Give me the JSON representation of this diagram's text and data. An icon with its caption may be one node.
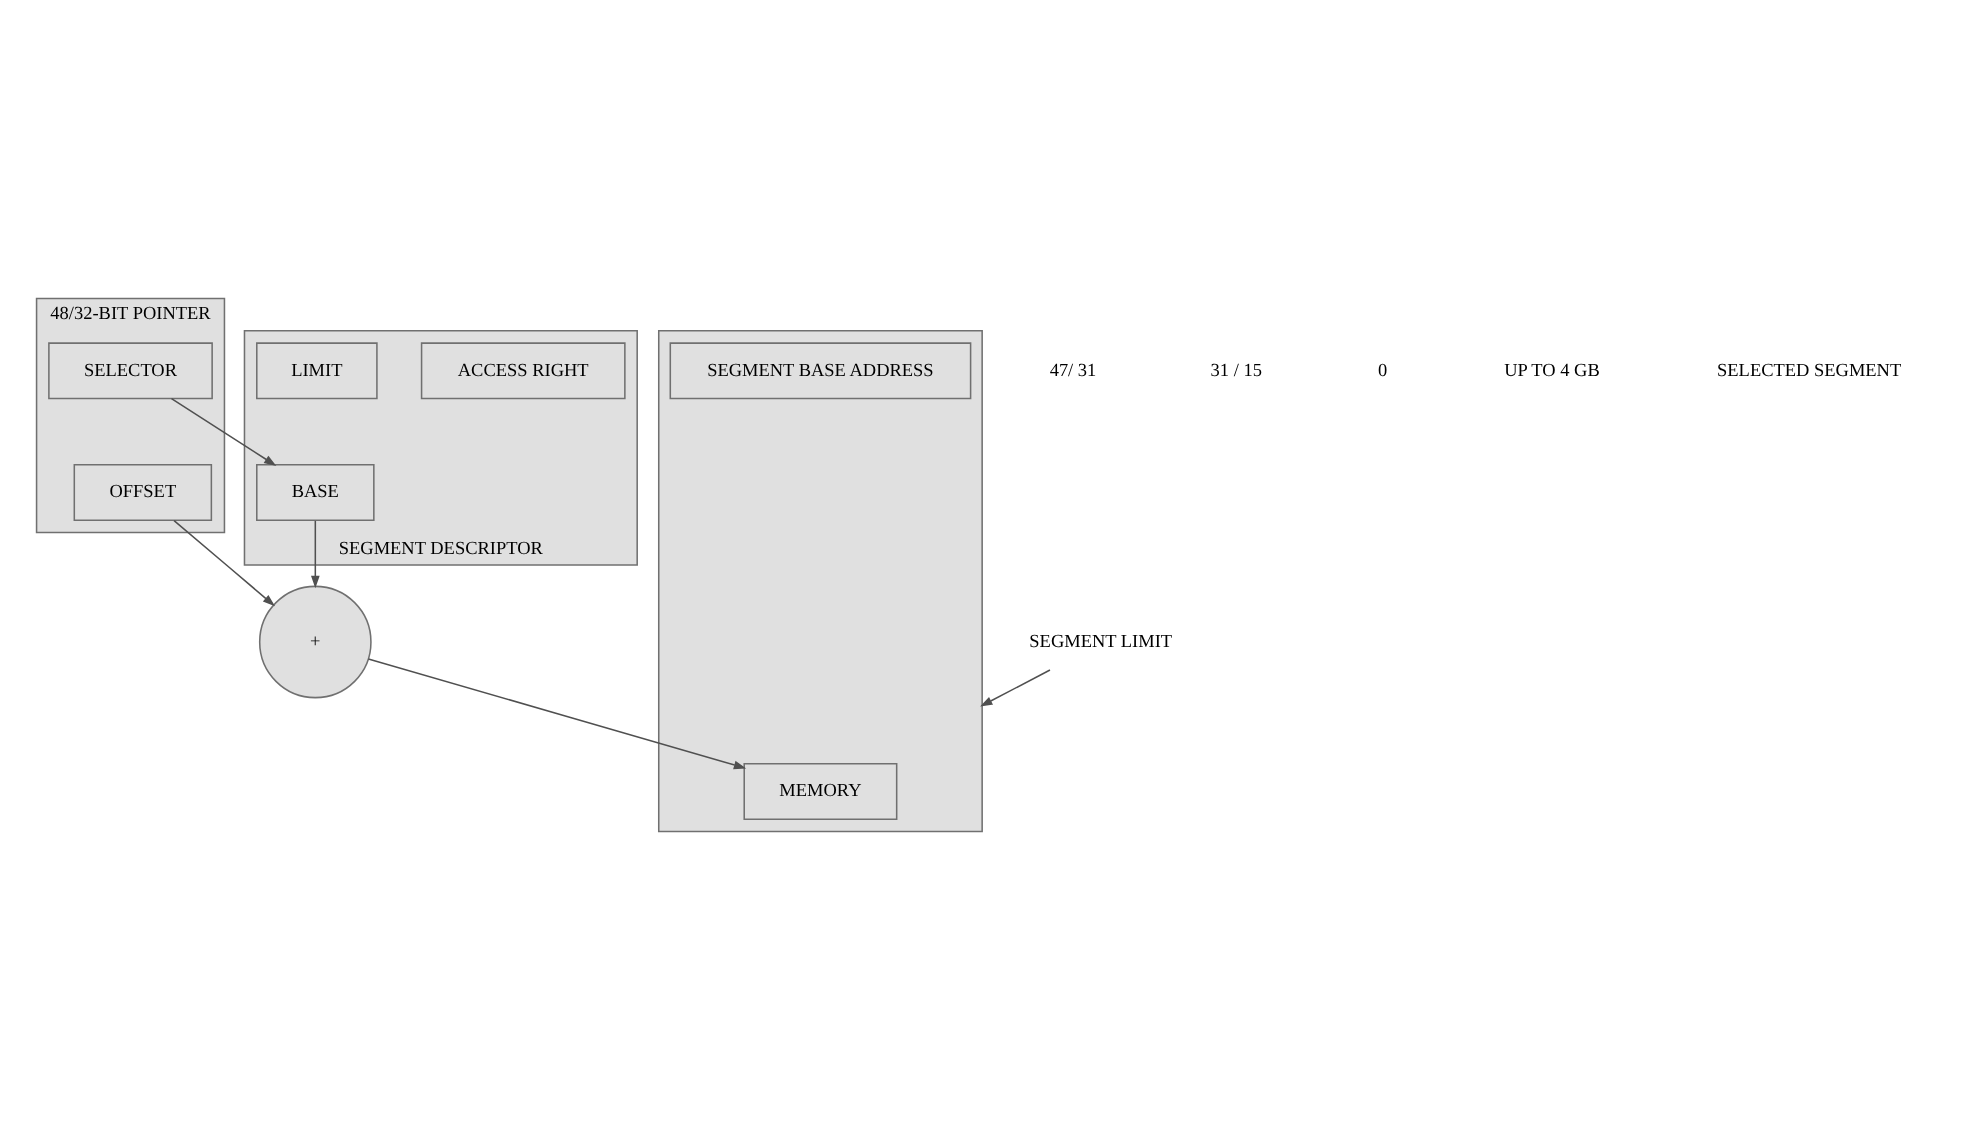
{
  "diagram": {
    "nodes": [
      {
        "text": [
          "48/32-BIT POINTER"
        ]
      },
      {
        "text": [
          "SELECTOR"
        ],
        "in": 0
      },
      {
        "text": [
          "OFFSET"
        ],
        "in": 0
      },
      {
        "text": [
          "SEGMENT DESCRIPTOR"
        ]
      },
      {
        "text": [
          "ACCESS RIGHT"
        ],
        "in": 3
      },
      {
        "text": [
          "LIMIT"
        ],
        "in": 3
      },
      {
        "text": [
          "BASE"
        ],
        "in": 3
      },
      {
        "text": [
          "+"
        ]
      },
      {
        "text": [],
        "shape": "box"
      },
      {
        "text": [
          "MEMORY"
        ],
        "in": 8
      },
      {
        "text": [
          "SEGMENT BASE ADDRESS"
        ],
        "in": 8
      },
      {
        "text": [
          "SEGMENT LIMIT"
        ]
      }
    ],
    "edges": [
      {
        "from": 1,
        "to": 6,
        "arrow": "to"
      },
      {
        "from": 2,
        "to": 7,
        "arrow": "to"
      },
      {
        "from": 6,
        "to": 7,
        "arrow": "to"
      },
      {
        "from": 7,
        "to": 9,
        "arrow": "to"
      },
      {
        "from": 11,
        "to": 8,
        "arrow": "to"
      }
    ],
    "labels": [
      "47/ 31",
      "31 / 15",
      "0",
      "UP TO 4 GB",
      "SELECTED SEGMENT"
    ]
  }
}
